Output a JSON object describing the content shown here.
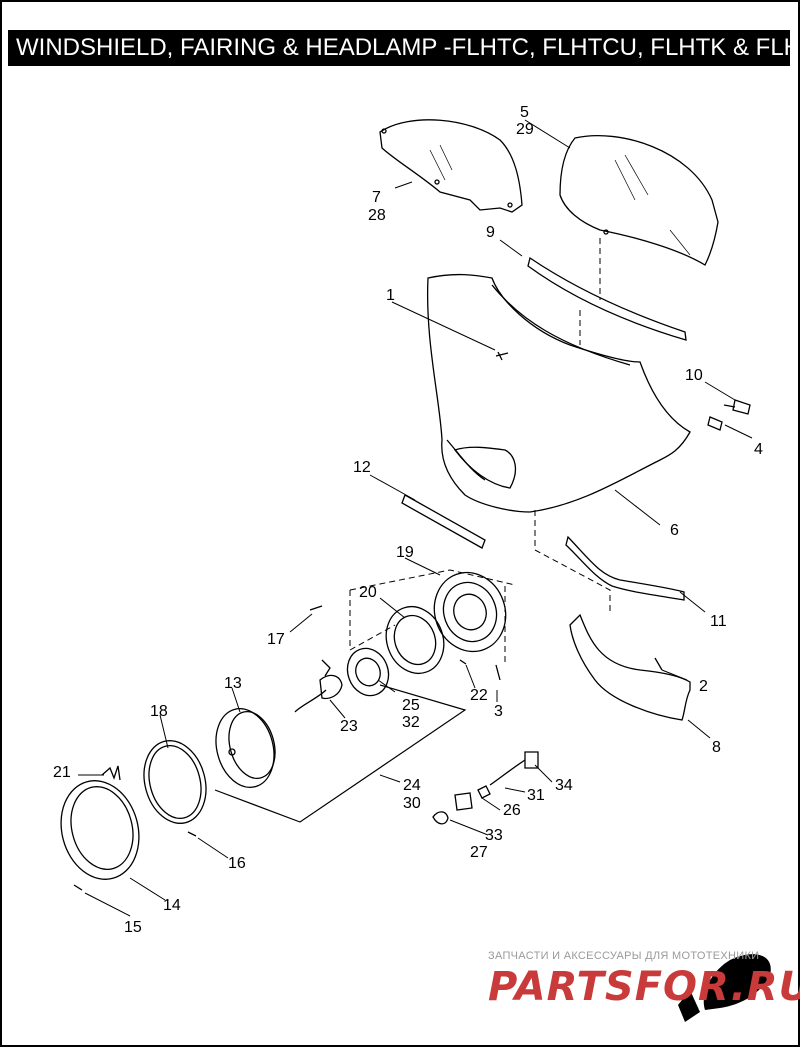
{
  "title": "WINDSHIELD, FAIRING & HEADLAMP -FLHTC, FLHTCU, FLHTK & FLHX",
  "callouts": {
    "c5": "5",
    "c29": "29",
    "c7": "7",
    "c28": "28",
    "c9": "9",
    "c1": "1",
    "c10": "10",
    "c4": "4",
    "c12": "12",
    "c6": "6",
    "c19": "19",
    "c20": "20",
    "c17": "17",
    "c11": "11",
    "c13": "13",
    "c25": "25",
    "c32": "32",
    "c2": "2",
    "c22": "22",
    "c18": "18",
    "c23": "23",
    "c3": "3",
    "c8": "8",
    "c21": "21",
    "c24": "24",
    "c30": "30",
    "c34": "34",
    "c31": "31",
    "c26": "26",
    "c33": "33",
    "c16": "16",
    "c27": "27",
    "c14": "14",
    "c15": "15"
  },
  "watermark": {
    "caption": "ЗАПЧАСТИ И АКСЕССУАРЫ ДЛЯ МОТОТЕХНИКИ",
    "logo": "PARTSFOR.RU"
  }
}
